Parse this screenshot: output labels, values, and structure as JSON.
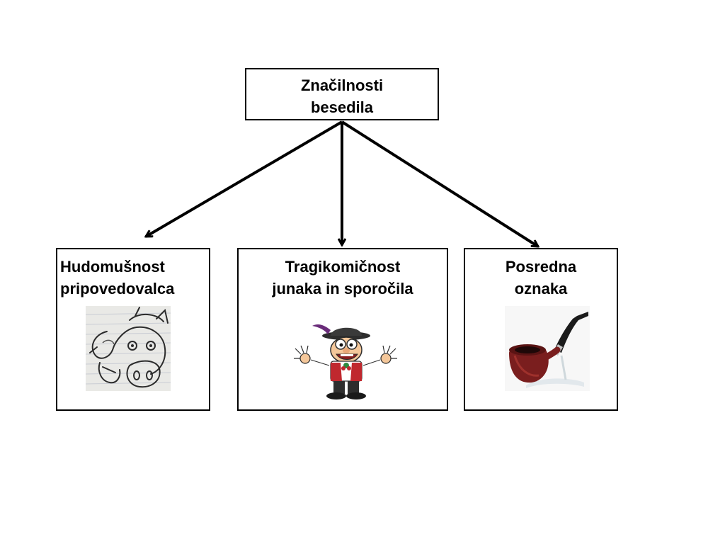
{
  "root": {
    "lines": [
      "Značilnosti",
      "besedila"
    ]
  },
  "children": [
    {
      "lines": [
        "Hudomušnost",
        "pripovedovalca"
      ],
      "image_icon": "cow-sketch-icon"
    },
    {
      "lines": [
        "Tragikomičnost",
        "junaka in sporočila"
      ],
      "image_icon": "cartoon-character-icon"
    },
    {
      "lines": [
        "Posredna",
        "oznaka"
      ],
      "image_icon": "tobacco-pipe-icon"
    }
  ],
  "colors": {
    "border": "#000000",
    "text": "#000000",
    "background": "#ffffff"
  }
}
